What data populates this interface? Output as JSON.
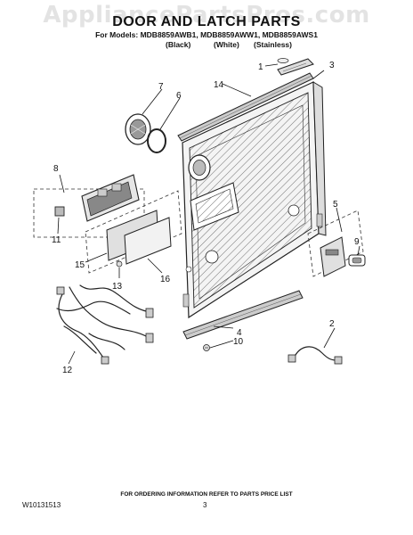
{
  "watermark": "AppliancePartsPros.com",
  "title": "DOOR AND LATCH PARTS",
  "models_line": "For Models: MDB8859AWB1, MDB8859AWW1, MDB8859AWS1",
  "variants": [
    "(Black)",
    "(White)",
    "(Stainless)"
  ],
  "callouts": [
    "1",
    "2",
    "3",
    "4",
    "5",
    "6",
    "7",
    "8",
    "9",
    "10",
    "11",
    "12",
    "13",
    "14",
    "15",
    "16"
  ],
  "footer": {
    "note": "FOR ORDERING INFORMATION REFER TO PARTS PRICE LIST",
    "doc_id": "W10131513",
    "page": "3"
  }
}
